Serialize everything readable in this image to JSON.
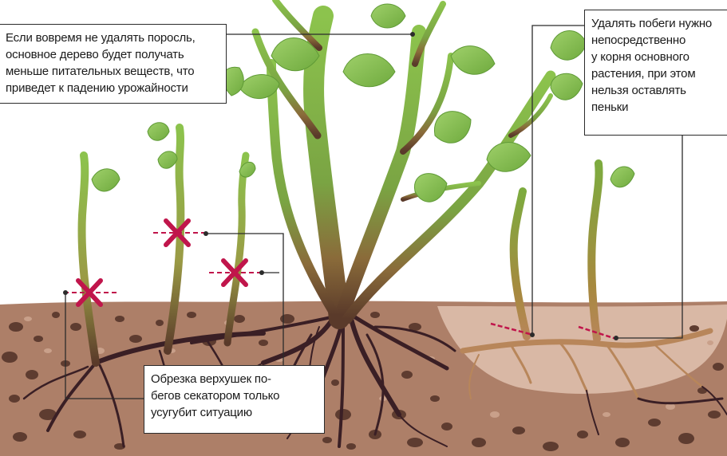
{
  "diagram": {
    "callouts": {
      "left": "Если вовремя не удалять поросль,\nосновное дерево будет получать\nменьше питательных веществ, что\nприведет к падению урожайности",
      "right": "Удалять побеги нужно\nнепосредственно\nу корня основного\nрастения, при этом\nнельзя оставлять\nпеньки",
      "bottom": "Обрезка верхушек по-\nбегов секатором только\nусугубит ситуацию"
    },
    "colors": {
      "soil": "#a97a64",
      "soil_light": "#d8b8a6",
      "stem": "#7dab3f",
      "leaf": "#8cc056",
      "root": "#3a1f25",
      "cross_mark": "#c0154b"
    },
    "icons": [
      "cross-mark-icon",
      "cut-line-icon"
    ]
  }
}
